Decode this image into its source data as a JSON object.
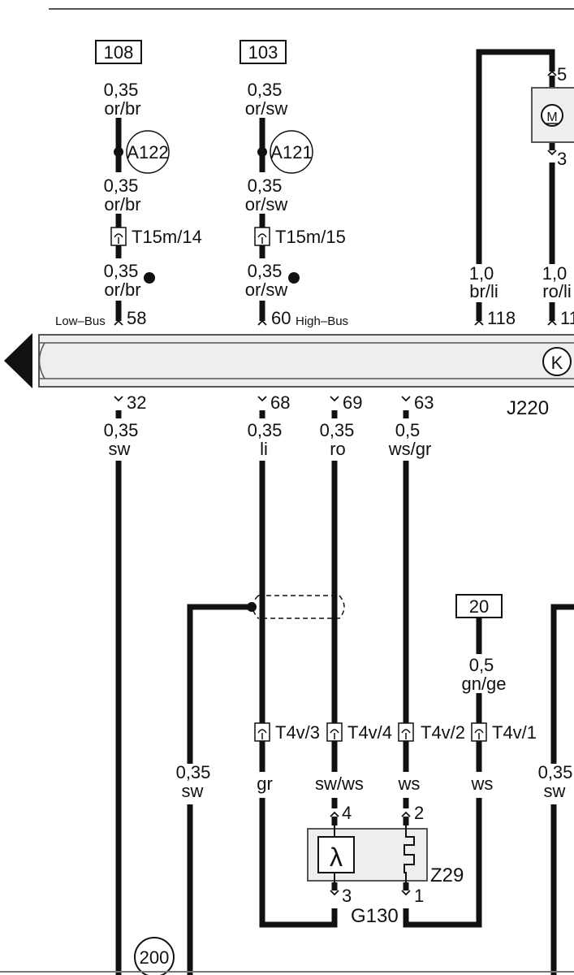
{
  "refs": {
    "r108": "108",
    "r103": "103",
    "r20": "20",
    "r200": "200"
  },
  "wires": {
    "w1": {
      "g": "0,35",
      "c": "or/br"
    },
    "w2": {
      "g": "0,35",
      "c": "or/sw"
    },
    "w3": {
      "g": "0,35",
      "c": "or/br"
    },
    "w4": {
      "g": "0,35",
      "c": "or/sw"
    },
    "w5": {
      "g": "0,35",
      "c": "or/br"
    },
    "w6": {
      "g": "0,35",
      "c": "or/sw"
    },
    "w7": {
      "g": "1,0",
      "c": "br/li"
    },
    "w8": {
      "g": "1,0",
      "c": "ro/li"
    },
    "w9": {
      "g": "0,35",
      "c": "sw"
    },
    "w10": {
      "g": "0,35",
      "c": "li"
    },
    "w11": {
      "g": "0,35",
      "c": "ro"
    },
    "w12": {
      "g": "0,5",
      "c": "ws/gr"
    },
    "w13": {
      "g": "0,5",
      "c": "gn/ge"
    },
    "w14": {
      "g": "0,35",
      "c": "sw"
    },
    "w15": {
      "g": "0,35",
      "c": "sw"
    }
  },
  "colors_only": {
    "gr": "gr",
    "swws": "sw/ws",
    "ws1": "ws",
    "ws2": "ws"
  },
  "splices": {
    "a122": "A122",
    "a121": "A121"
  },
  "connectors": {
    "t15m14": "T15m/14",
    "t15m15": "T15m/15",
    "t4v3": "T4v/3",
    "t4v4": "T4v/4",
    "t4v2": "T4v/2",
    "t4v1": "T4v/1"
  },
  "bus": {
    "low": "Low–Bus",
    "high": "High–Bus"
  },
  "pins": {
    "p58": "58",
    "p60": "60",
    "p118": "118",
    "p11": "11",
    "p32": "32",
    "p68": "68",
    "p69": "69",
    "p63": "63",
    "p5": "5",
    "p3top": "3",
    "p4": "4",
    "p2": "2",
    "p3": "3",
    "p1": "1"
  },
  "components": {
    "j220": "J220",
    "z29": "Z29",
    "g130": "G130",
    "motor": "M",
    "lambda": "λ",
    "k": "K"
  },
  "colors": {
    "wire": "#111111",
    "module_fill": "#eeeeee",
    "module_stroke": "#555555"
  }
}
